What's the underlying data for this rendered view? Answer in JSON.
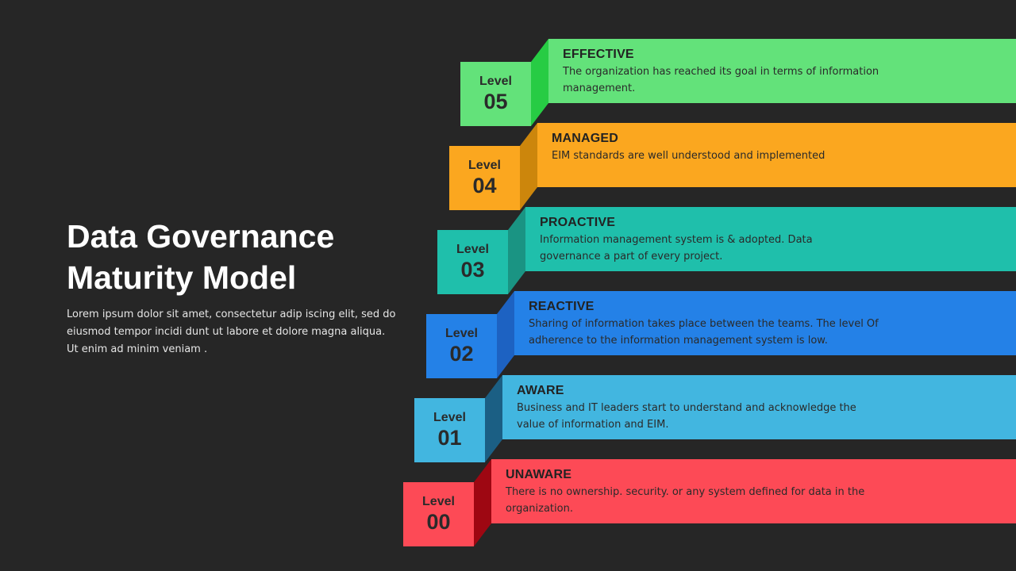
{
  "title": {
    "line1": "Data Governance",
    "line2": "Maturity Model"
  },
  "description": [
    "Lorem ipsum dolor sit amet, consectetur adip iscing elit, sed do",
    "eiusmod tempor incidi dunt ut labore et dolore magna aliqua.",
    "Ut enim ad minim veniam ."
  ],
  "levels": [
    {
      "label": "Level",
      "number": "05",
      "title": "EFFECTIVE",
      "text": [
        "The organization has reached its goal in terms of information",
        "management."
      ],
      "color": "#63e27a",
      "side_color": "#27cc44"
    },
    {
      "label": "Level",
      "number": "04",
      "title": "MANAGED",
      "text": [
        "EIM standards are well understood and implemented"
      ],
      "color": "#fba71f",
      "side_color": "#cc860c"
    },
    {
      "label": "Level",
      "number": "03",
      "title": "PROACTIVE",
      "text": [
        "Information management system is & adopted. Data",
        "governance a part of every project."
      ],
      "color": "#1fbfab",
      "side_color": "#1a9483"
    },
    {
      "label": "Level",
      "number": "02",
      "title": "REACTIVE",
      "text": [
        "Sharing of information takes place between the teams. The level Of",
        "adherence to the information management system is low."
      ],
      "color": "#2481e7",
      "side_color": "#1d62c2"
    },
    {
      "label": "Level",
      "number": "01",
      "title": "AWARE",
      "text": [
        "Business and IT leaders start to understand and acknowledge the",
        "value of information and EIM."
      ],
      "color": "#42b6e0",
      "side_color": "#1b5f84"
    },
    {
      "label": "Level",
      "number": "00",
      "title": "UNAWARE",
      "text": [
        "There is no ownership. security. or any system defined for data in the",
        "organization."
      ],
      "color": "#fd4a56",
      "side_color": "#9e0712"
    }
  ]
}
